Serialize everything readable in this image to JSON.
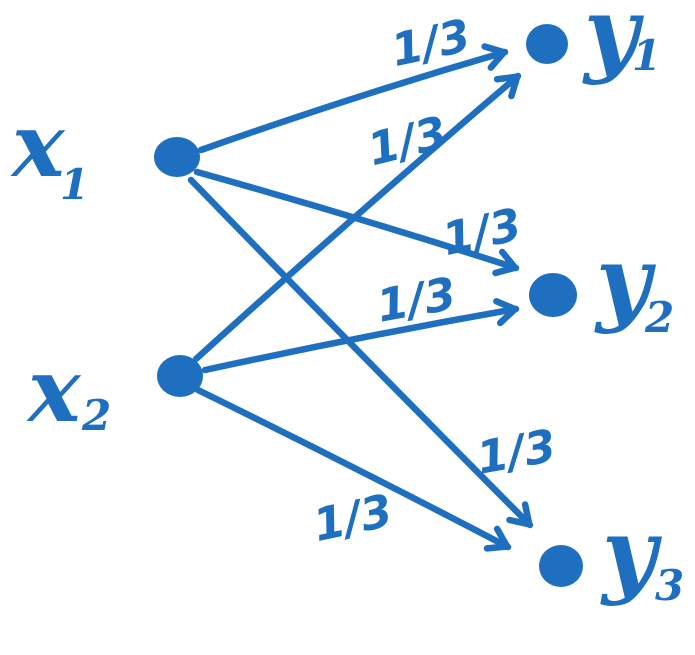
{
  "diagram": {
    "title": "bipartite graph with uniform edge weights",
    "ink_color": "#1E6FBF",
    "background_color": "#FFFFFF",
    "left_nodes": [
      {
        "id": "x1",
        "base": "x",
        "sub": "1"
      },
      {
        "id": "x2",
        "base": "x",
        "sub": "2"
      }
    ],
    "right_nodes": [
      {
        "id": "y1",
        "base": "y",
        "sub": "1"
      },
      {
        "id": "y2",
        "base": "y",
        "sub": "2"
      },
      {
        "id": "y3",
        "base": "y",
        "sub": "3"
      }
    ],
    "edges": [
      {
        "from": "x1",
        "to": "y1",
        "label": "1/3"
      },
      {
        "from": "x1",
        "to": "y2",
        "label": "1/3"
      },
      {
        "from": "x1",
        "to": "y3",
        "label": "1/3"
      },
      {
        "from": "x2",
        "to": "y1",
        "label": "1/3"
      },
      {
        "from": "x2",
        "to": "y2",
        "label": "1/3"
      },
      {
        "from": "x2",
        "to": "y3",
        "label": "1/3"
      }
    ]
  }
}
